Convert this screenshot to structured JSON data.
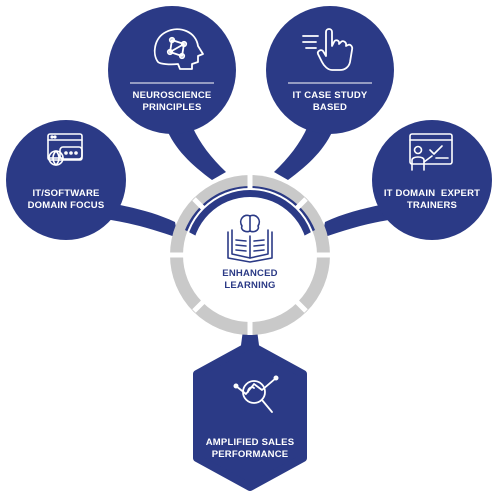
{
  "colors": {
    "navy": "#2b3a86",
    "ring_gray": "#c9c9c9",
    "white": "#ffffff"
  },
  "center": {
    "icon": "brain-book-icon",
    "line1": "ENHANCED",
    "line2": "LEARNING"
  },
  "nodes": {
    "neuroscience": {
      "icon": "head-network-icon",
      "line1": "NEUROSCIENCE",
      "line2": "PRINCIPLES"
    },
    "case_study": {
      "icon": "swipe-hand-icon",
      "line1": "IT CASE STUDY",
      "line2": "BASED"
    },
    "it_software": {
      "icon": "browser-globe-chat-icon",
      "line1": "IT/SOFTWARE",
      "line2": "DOMAIN FOCUS"
    },
    "expert_trainers": {
      "icon": "presenter-board-icon",
      "line1": "IT DOMAIN  EXPERT",
      "line2": "TRAINERS"
    },
    "sales": {
      "icon": "magnifier-chart-icon",
      "line1": "AMPLIFIED SALES",
      "line2": "PERFORMANCE"
    }
  }
}
